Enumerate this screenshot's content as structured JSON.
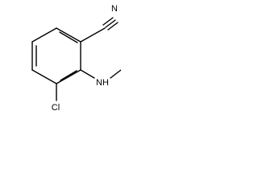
{
  "molecule": {
    "atoms": {
      "nitrogen_nitrile": "N",
      "chlorine": "Cl",
      "amine": "NH"
    }
  }
}
